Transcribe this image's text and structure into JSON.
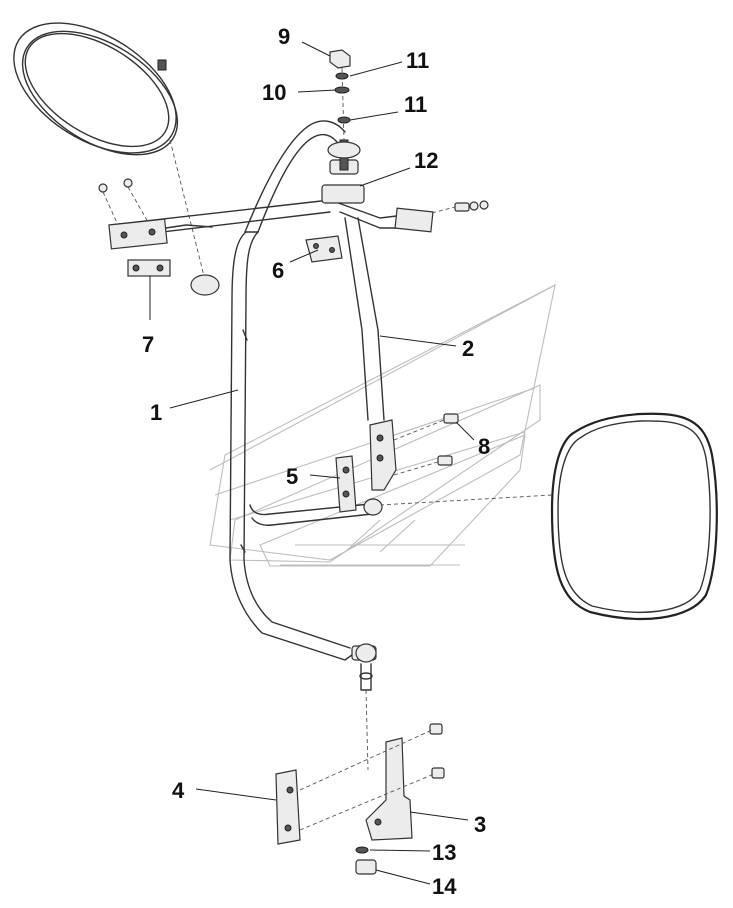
{
  "diagram": {
    "callouts": [
      {
        "id": "1",
        "label": "1"
      },
      {
        "id": "2",
        "label": "2"
      },
      {
        "id": "3",
        "label": "3"
      },
      {
        "id": "4",
        "label": "4"
      },
      {
        "id": "5",
        "label": "5"
      },
      {
        "id": "6",
        "label": "6"
      },
      {
        "id": "7",
        "label": "7"
      },
      {
        "id": "8",
        "label": "8"
      },
      {
        "id": "9",
        "label": "9"
      },
      {
        "id": "10",
        "label": "10"
      },
      {
        "id": "11a",
        "label": "11"
      },
      {
        "id": "11b",
        "label": "11"
      },
      {
        "id": "12",
        "label": "12"
      },
      {
        "id": "13",
        "label": "13"
      },
      {
        "id": "14",
        "label": "14"
      }
    ],
    "parts": [
      "round-mirror",
      "rectangular-mirror",
      "main-mirror-frame-tube",
      "upper-support-arm",
      "mounting-bracket-upper",
      "mounting-bracket-lower",
      "nut",
      "washer",
      "pivot-block"
    ]
  }
}
